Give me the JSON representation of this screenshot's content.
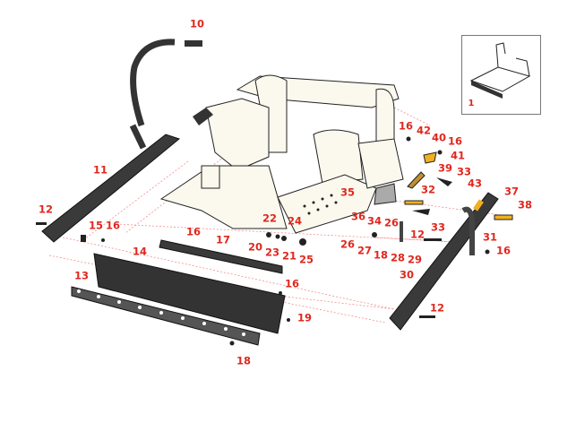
{
  "diagram": {
    "callouts": [
      "10",
      "11",
      "12",
      "15",
      "16",
      "16",
      "17",
      "14",
      "13",
      "16",
      "19",
      "18",
      "22",
      "24",
      "20",
      "23",
      "21",
      "25",
      "16",
      "42",
      "40",
      "16",
      "41",
      "39",
      "33",
      "32",
      "43",
      "35",
      "37",
      "38",
      "36",
      "34",
      "26",
      "12",
      "33",
      "31",
      "16",
      "26",
      "27",
      "18",
      "28",
      "29",
      "30",
      "12"
    ],
    "inset_callout": "1"
  },
  "colors": {
    "callout": "#e0281e",
    "part_dark": "#3a3a3a",
    "frame": "#fbf8ee",
    "highlight": "#f0b020"
  }
}
